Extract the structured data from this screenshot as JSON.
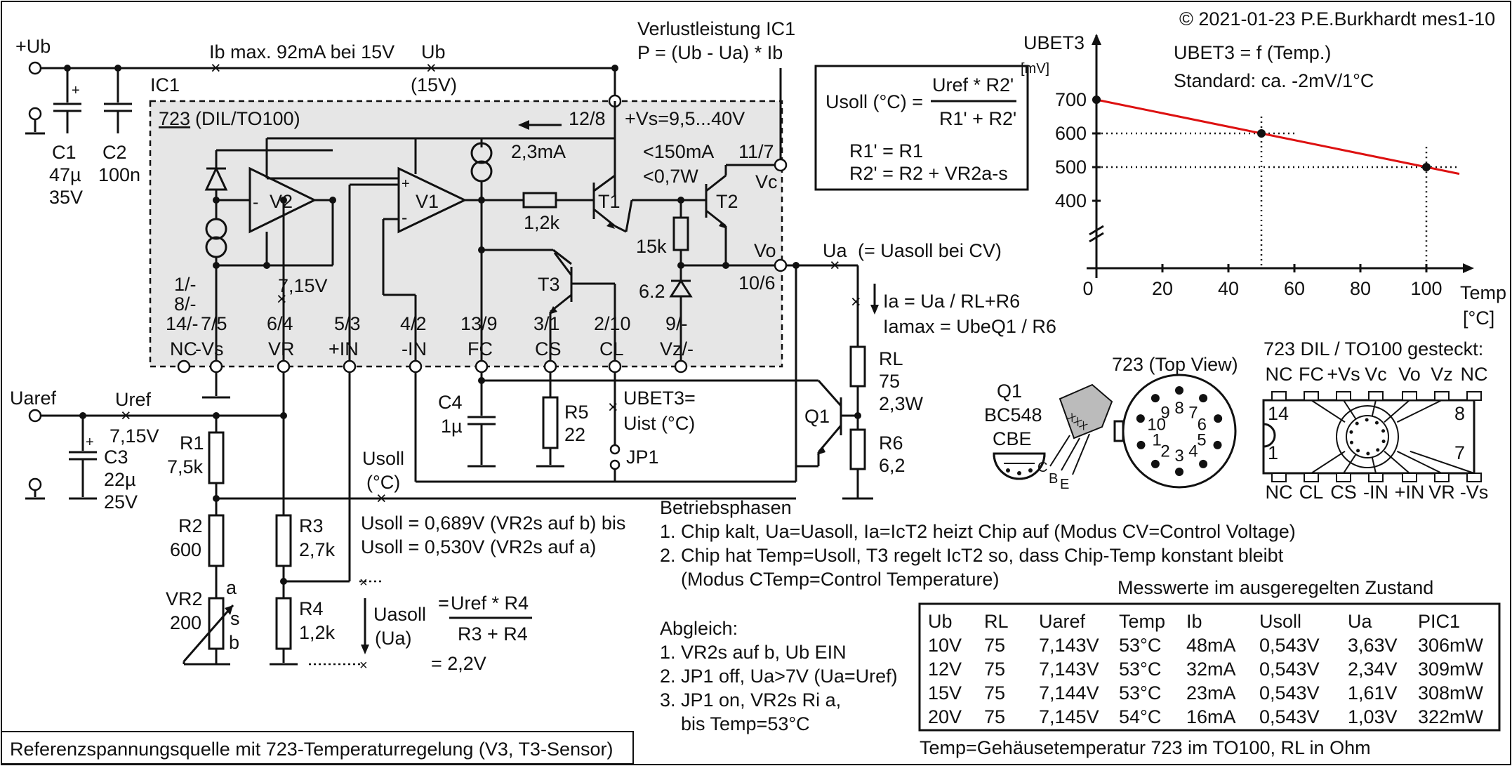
{
  "title": "Referenzspannungsquelle mit 723-Temperaturregelung (V3, T3-Sensor)",
  "copyright": "© 2021-01-23 P.E.Burkhardt mes1-10",
  "supply": {
    "plus_ub": "+Ub",
    "ib_max": "Ib max. 92mA bei 15V",
    "ub": "Ub",
    "ub_value": "(15V)",
    "power_title": "Verlustleistung IC1",
    "power_formula": "P = (Ub - Ua) * Ib"
  },
  "capacitors": {
    "c1": [
      "C1",
      "47µ",
      "35V"
    ],
    "c2": [
      "C2",
      "100n"
    ],
    "c3": [
      "C3",
      "22µ",
      "25V"
    ],
    "c4": [
      "C4",
      "1µ"
    ]
  },
  "ic": {
    "name": "IC1",
    "type": "723",
    "package": "(DIL/TO100)",
    "pin_vs": "12/8",
    "vs_range": "+Vs=9,5...40V",
    "current_source": "2,3mA",
    "imax": "<150mA",
    "pmax": "<0,7W",
    "pin_vc": "11/7",
    "vc": "Vc",
    "pin_vo": "10/6",
    "vo": "Vo",
    "v2": "V2",
    "v1": "V1",
    "v2_minus": "-",
    "v1_plus": "+",
    "v1_minus": "-",
    "r_12k": "1,2k",
    "t1": "T1",
    "t2": "T2",
    "r_15k": "15k",
    "z62": "6.2",
    "t3": "T3",
    "vr_voltage": "7,15V"
  },
  "pins": [
    {
      "num": "1/-\n8/-\n14/-",
      "name": "NC"
    },
    {
      "num": "7/5",
      "name": "-Vs"
    },
    {
      "num": "6/4",
      "name": "VR"
    },
    {
      "num": "5/3",
      "name": "+IN"
    },
    {
      "num": "4/2",
      "name": "-IN"
    },
    {
      "num": "13/9",
      "name": "FC"
    },
    {
      "num": "3/1",
      "name": "CS"
    },
    {
      "num": "2/10",
      "name": "CL"
    },
    {
      "num": "9/-",
      "name": "Vz/-"
    }
  ],
  "pins_nc_lines": [
    "1/-",
    "8/-",
    "14/-"
  ],
  "output": {
    "ua": "Ua",
    "ua_note": "(= Uasoll bei CV)",
    "ia": "Ia = Ua / RL+R6",
    "iamax": "Iamax = UbeQ1 / R6",
    "rl": [
      "RL",
      "75",
      "2,3W"
    ],
    "r6": [
      "R6",
      "6,2"
    ],
    "q1": "Q1"
  },
  "reference": {
    "uaref": "Uaref",
    "uref": "Uref",
    "uref_val": "7,15V",
    "r1": [
      "R1",
      "7,5k"
    ],
    "r2": [
      "R2",
      "600"
    ],
    "vr2": [
      "VR2",
      "200"
    ],
    "vr2_taps": [
      "a",
      "s",
      "b"
    ],
    "r3": [
      "R3",
      "2,7k"
    ],
    "r4": [
      "R4",
      "1,2k"
    ],
    "r5": [
      "R5",
      "22"
    ],
    "usoll": "Usoll",
    "usoll_unit": "(°C)",
    "usoll_b": "Usoll = 0,689V (VR2s auf b) bis",
    "usoll_a": "Usoll = 0,530V (VR2s auf a)",
    "uasoll": "Uasoll",
    "uasoll_unit": "(Ua)",
    "uasoll_num": "Uref * R4",
    "uasoll_den": "R3 + R4",
    "uasoll_result": "= 2,2V",
    "ubet3": "UBET3=",
    "uist": "Uist (°C)",
    "jp1": "JP1"
  },
  "formula_box": {
    "lhs": "Usoll (°C) =",
    "num": "Uref * R2'",
    "den": "R1' + R2'",
    "r1": "R1' = R1",
    "r2": "R2' = R2 + VR2a-s"
  },
  "chart_data": {
    "type": "line",
    "title": "UBET3 = f (Temp.)",
    "subtitle": "Standard: ca. -2mV/1°C",
    "ylabel": "UBET3",
    "yunit": "[mV]",
    "xlabel": "Temp",
    "xunit": "[°C]",
    "x_ticks": [
      0,
      20,
      40,
      60,
      80,
      100
    ],
    "y_ticks": [
      400,
      500,
      600,
      700
    ],
    "series": [
      {
        "values": [
          [
            0,
            700
          ],
          [
            50,
            600
          ],
          [
            100,
            500
          ],
          [
            110,
            480
          ]
        ]
      }
    ],
    "markers": [
      [
        0,
        700
      ],
      [
        50,
        600
      ],
      [
        100,
        500
      ]
    ],
    "line_color": "#dd1111"
  },
  "pinout": {
    "q1": "Q1",
    "q1_type": "BC548",
    "q1_pins": "CBE",
    "q1_case": "XXX",
    "q1_legs": [
      "C",
      "B",
      "E"
    ],
    "top_view": "723 (Top View)",
    "to100_pins": [
      "1",
      "2",
      "3",
      "4",
      "5",
      "6",
      "7",
      "8",
      "9",
      "10"
    ],
    "dil_title": "723 DIL / TO100 gesteckt:",
    "dil_top": [
      "NC",
      "FC",
      "+Vs",
      "Vc",
      "Vo",
      "Vz",
      "NC"
    ],
    "dil_bottom": [
      "NC",
      "CL",
      "CS",
      "-IN",
      "+IN",
      "VR",
      "-Vs"
    ],
    "dil_pin_left_top": "14",
    "dil_pin_right_top": "8",
    "dil_pin_left_bottom": "1",
    "dil_pin_right_bottom": "7"
  },
  "phases": {
    "title": "Betriebsphasen",
    "items": [
      "1. Chip kalt, Ua=Uasoll, Ia=IcT2 heizt Chip auf (Modus CV=Control Voltage)",
      "2. Chip hat Temp=Usoll, T3 regelt IcT2 so, dass Chip-Temp konstant bleibt",
      "(Modus CTemp=Control Temperature)"
    ]
  },
  "adjust": {
    "title": "Abgleich:",
    "items": [
      "1. VR2s auf b, Ub EIN",
      "2. JP1 off, Ua>7V (Ua=Uref)",
      "3. JP1 on, VR2s Ri a,",
      "bis Temp=53°C"
    ]
  },
  "measurements": {
    "title": "Messwerte im ausgeregelten Zustand",
    "headers": [
      "Ub",
      "RL",
      "Uaref",
      "Temp",
      "Ib",
      "Usoll",
      "Ua",
      "PIC1"
    ],
    "rows": [
      [
        "10V",
        "75",
        "7,143V",
        "53°C",
        "48mA",
        "0,543V",
        "3,63V",
        "306mW"
      ],
      [
        "12V",
        "75",
        "7,143V",
        "53°C",
        "32mA",
        "0,543V",
        "2,34V",
        "309mW"
      ],
      [
        "15V",
        "75",
        "7,144V",
        "53°C",
        "23mA",
        "0,543V",
        "1,61V",
        "308mW"
      ],
      [
        "20V",
        "75",
        "7,145V",
        "54°C",
        "16mA",
        "0,543V",
        "1,03V",
        "322mW"
      ]
    ],
    "footnote": "Temp=Gehäusetemperatur 723 im TO100, RL in Ohm"
  }
}
